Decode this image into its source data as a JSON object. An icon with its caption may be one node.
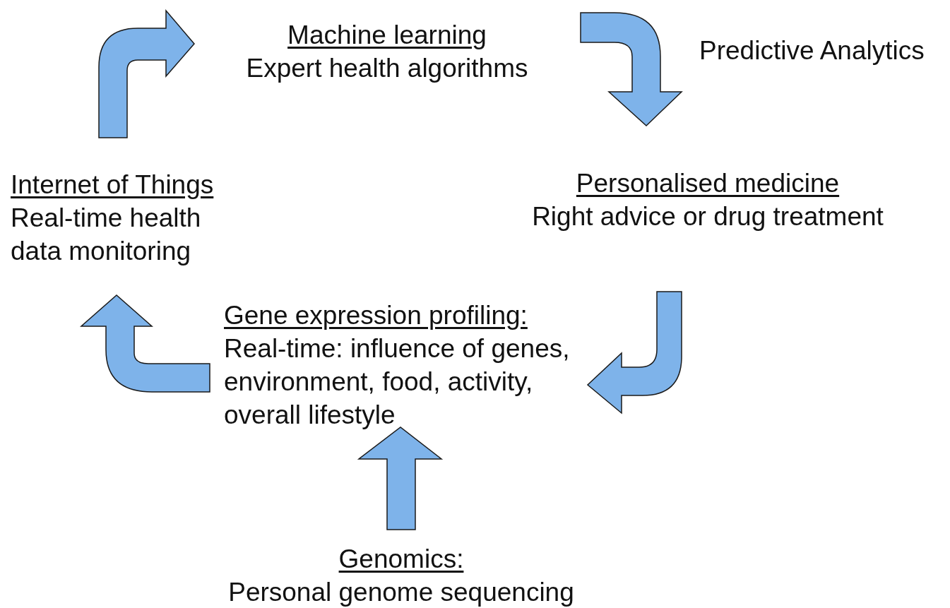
{
  "diagram": {
    "nodes": [
      {
        "text": [
          "Machine learning",
          "Expert health algorithms"
        ]
      },
      {
        "text": [
          "Personalised medicine",
          "Right advice or drug treatment"
        ]
      },
      {
        "text": [
          "Gene expression profiling:",
          "Real-time: influence of genes, environment, food, activity, overall lifestyle"
        ]
      },
      {
        "text": [
          "Internet of Things",
          "Real-time health data monitoring"
        ]
      },
      {
        "text": [
          "Genomics:",
          "Personal genome sequencing"
        ]
      }
    ],
    "edges": [
      {
        "from": 3,
        "to": 0,
        "arrow": "to"
      },
      {
        "from": 0,
        "to": 1,
        "arrow": "to",
        "label": "Predictive Analytics"
      },
      {
        "from": 1,
        "to": 2,
        "arrow": "to"
      },
      {
        "from": 2,
        "to": 3,
        "arrow": "to"
      },
      {
        "from": 4,
        "to": 2,
        "arrow": "to"
      }
    ]
  }
}
